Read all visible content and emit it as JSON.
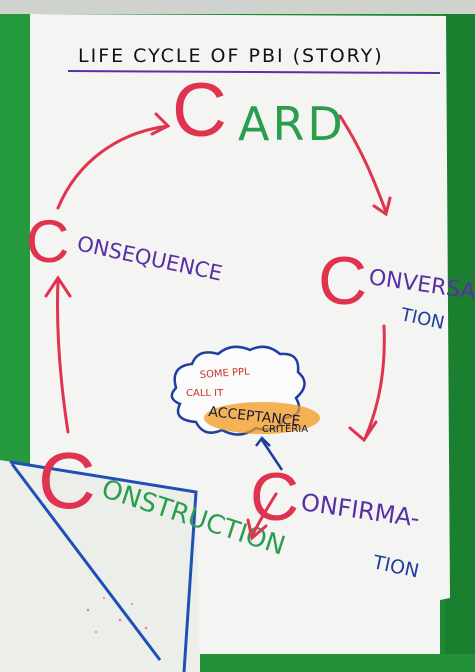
{
  "title": "LIFE CYCLE OF PBI (STORY)",
  "card": {
    "big_c": "C",
    "rest": "ARD"
  },
  "conversation": {
    "big_c": "C",
    "line1": "ONVERSA",
    "line2": "TION"
  },
  "confirmation": {
    "big_c": "C",
    "line1": "ONFIRMA-",
    "line2": "TION"
  },
  "construction": {
    "big_c": "C",
    "rest": "ONSTRUCTION"
  },
  "consequence": {
    "big_c": "C",
    "rest": "ONSEQUENCE"
  },
  "bubble": {
    "line1": "SOME PPL",
    "line2": "CALL IT",
    "line3": "ACCEPTANCE",
    "line4": "CRITERIA"
  },
  "colors": {
    "tape": "#1e8a34",
    "paper": "#f4f5f2",
    "red": "#e0334f",
    "green": "#2b9e4e",
    "purple": "#5a2fa5",
    "blue": "#1f4fb8",
    "orange": "#f39a1e",
    "dark": "#1a1a3a"
  }
}
